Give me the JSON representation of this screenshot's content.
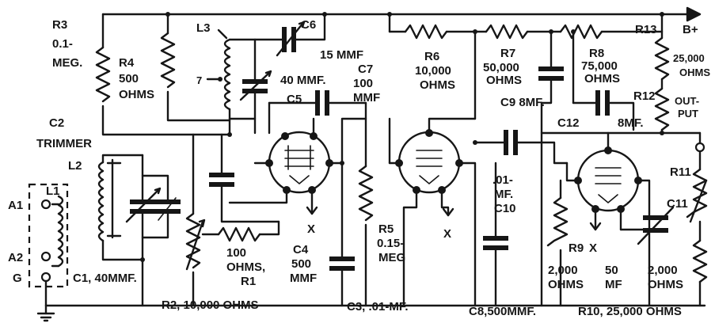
{
  "labels": {
    "r3_a": "R3",
    "r3_b": "0.1-",
    "r3_c": "MEG.",
    "r4_a": "R4",
    "r4_b": "500",
    "r4_c": "OHMS",
    "l3": "L3",
    "tap7": "7",
    "c6": "C6",
    "c6_v": "15 MMF",
    "c5_v": "40 MMF.",
    "c5": "C5",
    "c7_a": "C7",
    "c7_b": "100",
    "c7_c": "MMF",
    "r6_a": "R6",
    "r6_b": "10,000",
    "r6_c": "OHMS",
    "r7_a": "R7",
    "r7_b": "50,000",
    "r7_c": "OHMS",
    "r8_a": "R8",
    "r8_b": "75,000",
    "r8_c": "OHMS",
    "r13": "R13",
    "r13_v": "25,000",
    "r13_u": "OHMS",
    "bplus": "B+",
    "r12": "R12",
    "out_a": "OUT-",
    "out_b": "PUT",
    "c9": "C9 8MF.",
    "c12": "C12",
    "c12_v": "8MF.",
    "c2_a": "C2",
    "c2_b": "TRIMMER",
    "l2": "L2",
    "l1": "L1",
    "a1": "A1",
    "a2": "A2",
    "g": "G",
    "c1": "C1, 40MMF.",
    "r2": "R2, 10,000 OHMS",
    "r1_a": "100",
    "r1_b": "OHMS,",
    "r1_c": "R1",
    "c4_a": "C4",
    "c4_b": "500",
    "c4_c": "MMF",
    "c3": "C3, .01-MF.",
    "r5_a": "R5",
    "r5_b": "0.15-",
    "r5_c": "MEG",
    "c10_a": ".01-",
    "c10_b": "MF.",
    "c10_c": "C10",
    "c8": "C8,500MMF.",
    "r9": "R9",
    "r9_a": "2,000",
    "r9_b": "OHMS",
    "c11_v_a": "50",
    "c11_v_b": "MF",
    "c11": "C11",
    "r11": "R11",
    "r11_a": "2,000",
    "r11_b": "OHMS",
    "r10": "R10, 25,000 OHMS",
    "x1": "X",
    "x2": "X",
    "x3": "X"
  }
}
